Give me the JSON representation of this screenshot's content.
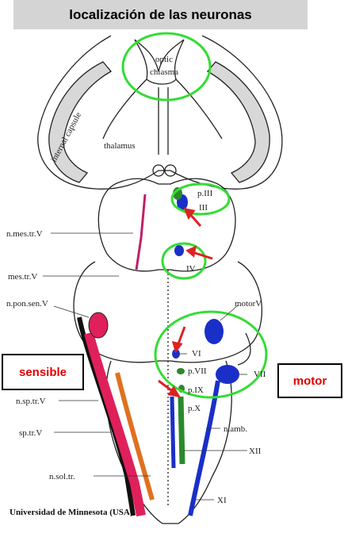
{
  "title": "localización de las neuronas",
  "tags": {
    "sensory": "sensible",
    "motor": "motor"
  },
  "credit": "Universidad de Minnesota (USA)",
  "labels": {
    "optic_chiasma_1": "optic",
    "optic_chiasma_2": "chiasma",
    "internal_capsule": "internal capsule",
    "thalamus": "thalamus",
    "p_III": "p.III",
    "III": "III",
    "IV": "IV",
    "n_mes_tr_V": "n.mes.tr.V",
    "mes_tr_V": "mes.tr.V",
    "n_pon_sen_V": "n.pon.sen.V",
    "motorV": "motorV",
    "VI": "VI",
    "p_VII": "p.VII",
    "VII": "VII",
    "p_IX": "p.IX",
    "p_X": "p.X",
    "n_sp_tr_V": "n.sp.tr.V",
    "sp_tr_V": "sp.tr.V",
    "n_amb": "n.amb.",
    "XII": "XII",
    "n_sol_tr": "n.sol.tr.",
    "XI": "XI"
  },
  "colors": {
    "highlight_circle": "#33dd33",
    "arrow": "#dd2222",
    "motor_nucleus": "#1a2fc8",
    "parasympathetic": "#2a8a2a",
    "sensory_mesencephalic": "#c0206a",
    "spinal_trigeminal": "#e0205a",
    "solitary": "#e07020"
  }
}
